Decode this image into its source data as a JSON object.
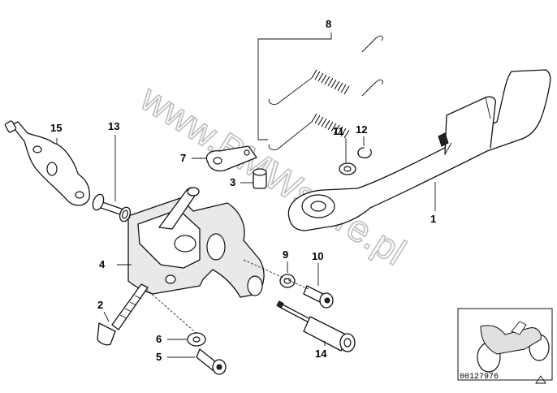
{
  "callouts": {
    "p1": "1",
    "p2": "2",
    "p3": "3",
    "p4": "4",
    "p5": "5",
    "p6": "6",
    "p7": "7",
    "p8": "8",
    "p9": "9",
    "p10": "10",
    "p11": "11",
    "p12": "12",
    "p13": "13",
    "p14": "14",
    "p15": "15"
  },
  "watermark": "www.BMWstore.pl",
  "reference_number": "00127976",
  "icons": {
    "thumbnail": "motorcycle-thumbnail-icon",
    "corner": "triangle-icon"
  },
  "colors": {
    "line": "#111111",
    "watermark": "#bdbdbd",
    "background": "#ffffff"
  }
}
